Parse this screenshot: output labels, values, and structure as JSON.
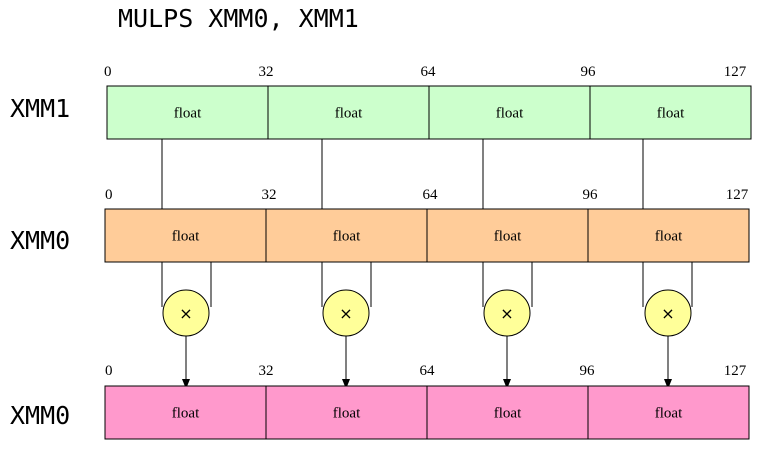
{
  "title": "MULPS XMM0, XMM1",
  "registers": [
    {
      "id": "src",
      "name": "XMM1",
      "fill": "#ccffcc",
      "bits": [
        "0",
        "32",
        "64",
        "96",
        "127"
      ],
      "lanes": [
        "float",
        "float",
        "float",
        "float"
      ]
    },
    {
      "id": "dst",
      "name": "XMM0",
      "fill": "#ffcc99",
      "bits": [
        "0",
        "32",
        "64",
        "96",
        "127"
      ],
      "lanes": [
        "float",
        "float",
        "float",
        "float"
      ]
    },
    {
      "id": "result",
      "name": "XMM0",
      "fill": "#ff99cc",
      "bits": [
        "0",
        "32",
        "64",
        "96",
        "127"
      ],
      "lanes": [
        "float",
        "float",
        "float",
        "float"
      ]
    }
  ],
  "operator": {
    "symbol": "×",
    "fill": "#ffff99"
  },
  "colors": {
    "stroke": "#000000"
  }
}
